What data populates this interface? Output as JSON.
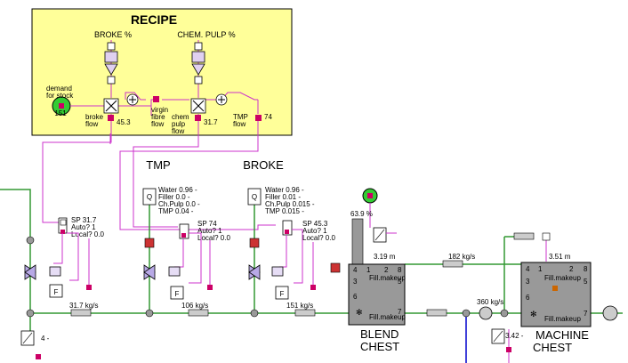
{
  "recipe": {
    "title": "RECIPE",
    "broke_pct": "BROKE %",
    "chem_pulp_pct": "CHEM. PULP %",
    "demand_label": "demand\nfor stock",
    "demand_value": "151",
    "broke_flow_label": "broke\nflow",
    "broke_flow_value": "45.3",
    "virgin_fibre_label": "virgin\nfibre\nflow",
    "chem_pulp_flow_label": "chem\npulp\nflow",
    "chem_pulp_flow_value": "31.7",
    "tmp_flow_label": "TMP\nflow",
    "tmp_flow_value": "74"
  },
  "sections": {
    "tmp": "TMP",
    "broke": "BROKE"
  },
  "tmp_composition": [
    "Water 0.96 -",
    "Filler 0.0 -",
    "Ch.Pulp 0.0 -",
    "TMP 0.04 -"
  ],
  "broke_composition": [
    "Water 0.96 -",
    "Filler 0.01 -",
    "Ch.Pulp 0.015 -",
    "TMP 0.015 -"
  ],
  "controllers": {
    "chem": [
      "SP 31.7",
      "Auto? 1",
      "Local? 0.0"
    ],
    "tmp": [
      "SP 74",
      "Auto? 1",
      "Local? 0.0"
    ],
    "broke": [
      "SP 45.3",
      "Auto? 1",
      "Local? 0.0"
    ]
  },
  "flows": {
    "chem": "31.7 kg/s",
    "tmp": "106 kg/s",
    "broke": "151 kg/s",
    "recirc": "182 kg/s",
    "pump": "360 kg/s"
  },
  "blend_chest": {
    "label": "BLEND\nCHEST",
    "level": "3.19 m",
    "pct": "63.9 %",
    "makeup": "Fill.makeup"
  },
  "machine_chest": {
    "label": "MACHINE\nCHEST",
    "level": "3.51 m",
    "makeup": "Fill.makeup"
  },
  "dilution_values": {
    "left": "4 -",
    "right": "3.42 -"
  },
  "colors": {
    "recipe_bg": "#ffff99",
    "signal": "#cc33cc",
    "pipe": "#339933",
    "chest": "#999999",
    "sp_value": "#cc0066",
    "valve": "#b8a9e6"
  }
}
